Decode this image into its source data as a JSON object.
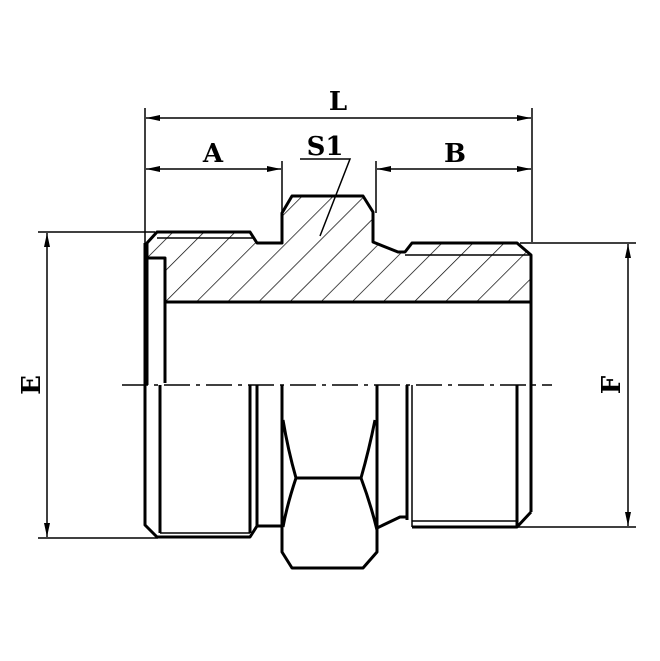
{
  "labels": {
    "overall_length": "L",
    "left_length": "A",
    "hex_size": "S1",
    "right_length": "B",
    "left_thread_diameter": "E",
    "right_thread_diameter": "F"
  },
  "colors": {
    "line": "#000000",
    "background": "#ffffff"
  }
}
